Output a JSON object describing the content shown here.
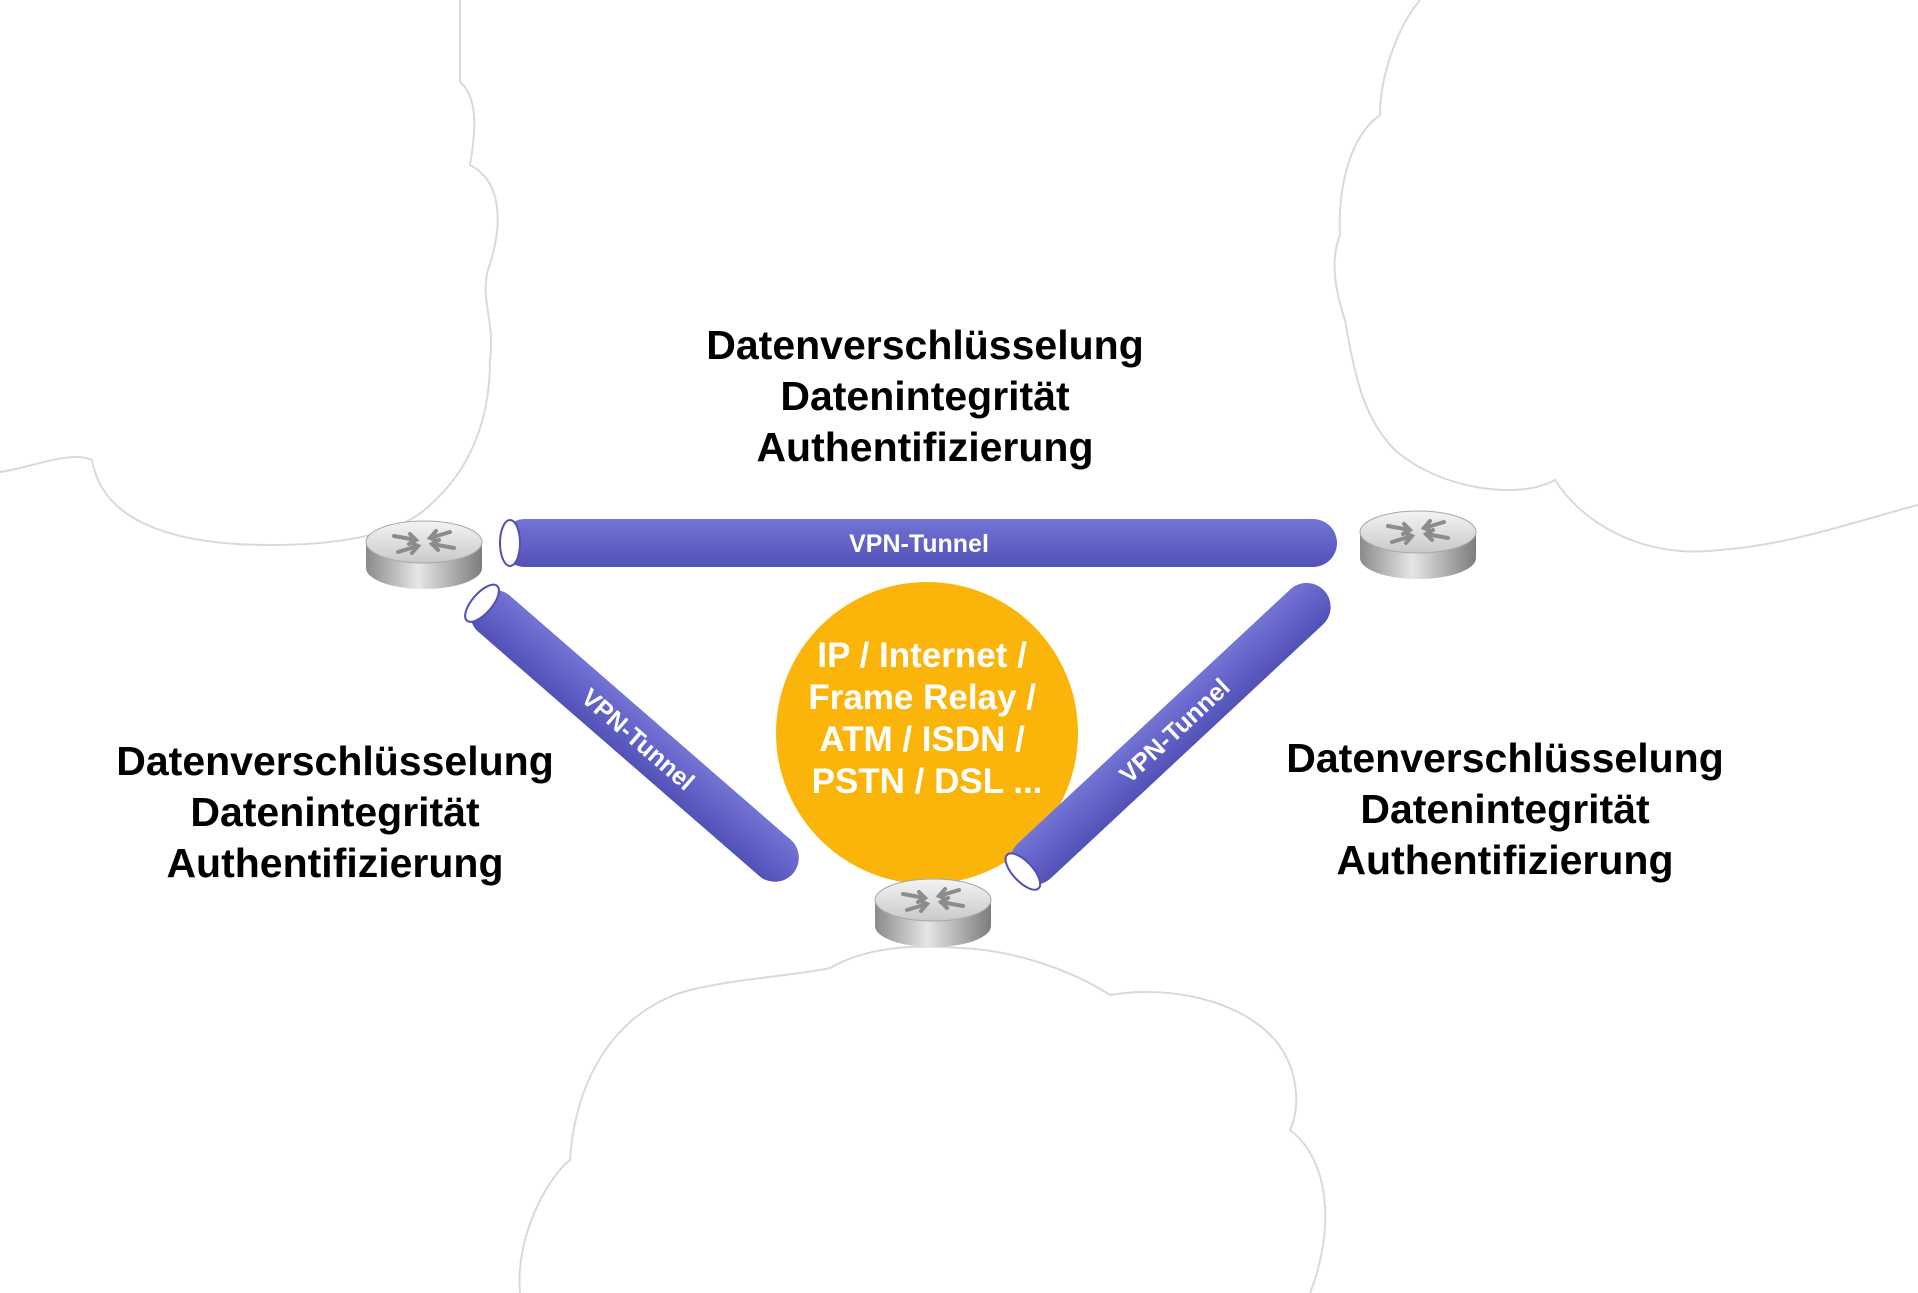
{
  "network": {
    "lines": [
      "IP / Internet /",
      "Frame Relay /",
      "ATM / ISDN /",
      "PSTN / DSL ..."
    ]
  },
  "tunnels": {
    "top": "VPN-Tunnel",
    "left": "VPN-Tunnel",
    "right": "VPN-Tunnel"
  },
  "features": {
    "top": [
      "Datenverschlüsselung",
      "Datenintegrität",
      "Authentifizierung"
    ],
    "left": [
      "Datenverschlüsselung",
      "Datenintegrität",
      "Authentifizierung"
    ],
    "right": [
      "Datenverschlüsselung",
      "Datenintegrität",
      "Authentifizierung"
    ]
  },
  "colors": {
    "tunnel": "#6262c8",
    "tunnel_dark": "#4a4ab0",
    "network": "#fbb50a",
    "cloud_outline": "#d9d9d9",
    "text": "#000000"
  }
}
